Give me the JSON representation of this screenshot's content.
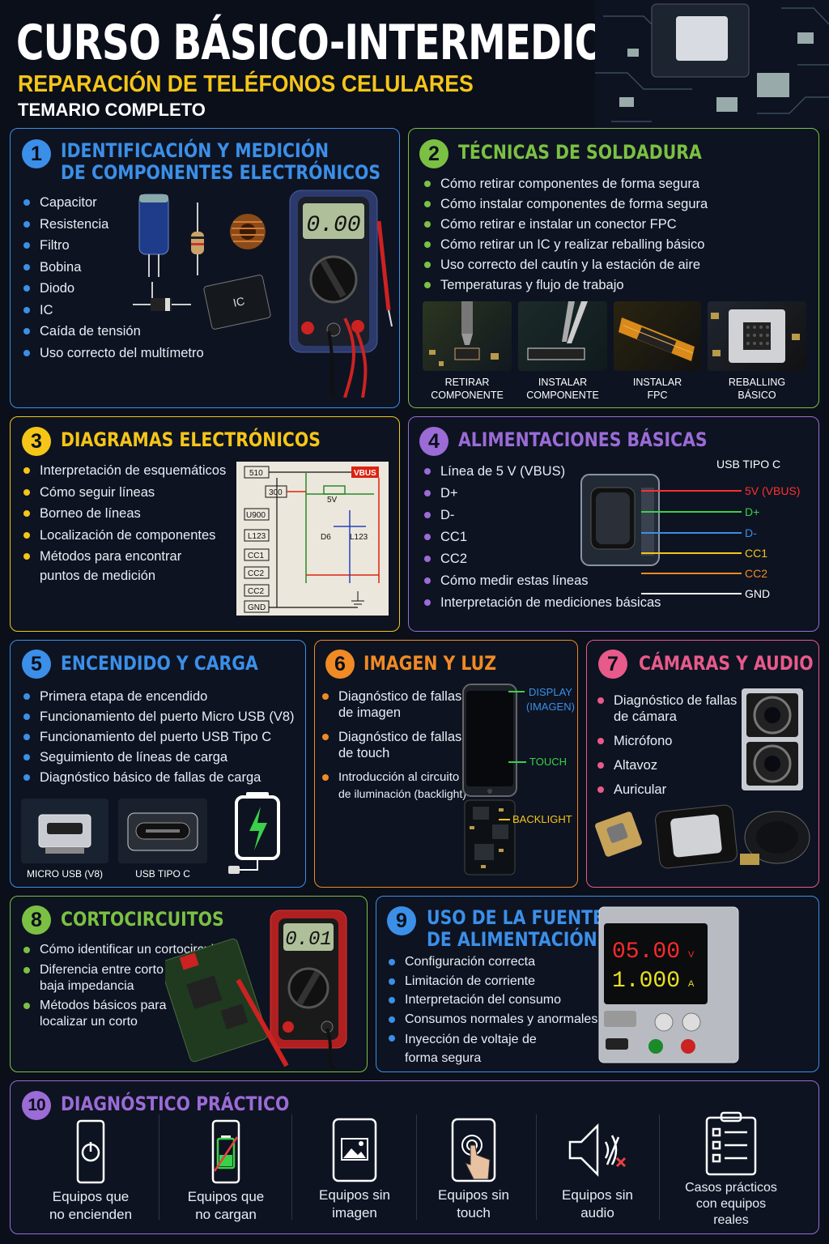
{
  "header": {
    "title": "CURSO BÁSICO-INTERMEDIO",
    "subtitle": "REPARACIÓN DE TELÉFONOS CELULARES",
    "temario": "TEMARIO COMPLETO"
  },
  "colors": {
    "blue": "#3b8fe8",
    "green": "#7bc043",
    "yellow": "#f5c518",
    "purple": "#9b6bd6",
    "orange": "#f08a24",
    "pink": "#e85a8a"
  },
  "s1": {
    "num": "1",
    "title1": "IDENTIFICACIÓN Y MEDICIÓN",
    "title2": "DE COMPONENTES ELECTRÓNICOS",
    "items": [
      "Capacitor",
      "Resistencia",
      "Filtro",
      "Bobina",
      "Diodo",
      "IC",
      "Caída de tensión",
      "Uso correcto del multímetro"
    ],
    "meter_display": "0.00",
    "ic_label": "IC"
  },
  "s2": {
    "num": "2",
    "title": "TÉCNICAS DE SOLDADURA",
    "items": [
      "Cómo retirar componentes de forma segura",
      "Cómo instalar componentes de forma segura",
      "Cómo retirar e instalar un conector FPC",
      "Cómo retirar un IC y realizar reballing básico",
      "Uso correcto del cautín y la estación de aire",
      "Temperaturas y flujo de trabajo"
    ],
    "photos": [
      {
        "l1": "RETIRAR",
        "l2": "COMPONENTE"
      },
      {
        "l1": "INSTALAR",
        "l2": "COMPONENTE"
      },
      {
        "l1": "INSTALAR",
        "l2": "FPC"
      },
      {
        "l1": "REBALLING",
        "l2": "BÁSICO"
      }
    ]
  },
  "s3": {
    "num": "3",
    "title": "DIAGRAMAS ELECTRÓNICOS",
    "items": [
      "Interpretación de esquemáticos",
      "Cómo seguir líneas",
      "Borneo de líneas",
      "Localización de componentes",
      "Métodos para encontrar"
    ],
    "item_cont": "puntos de medición",
    "schem": {
      "vbus": "VBUS",
      "v5": "5V",
      "l123": "L123",
      "gnd": "GND",
      "cc1": "CC1",
      "cc2": "CC2",
      "u900": "U900",
      "s10": "510",
      "s300": "300",
      "d6": "D6"
    }
  },
  "s4": {
    "num": "4",
    "title": "ALIMENTACIONES BÁSICAS",
    "items": [
      "Línea de 5 V (VBUS)",
      "D+",
      "D-",
      "CC1",
      "CC2",
      "Cómo medir estas líneas",
      "Interpretación de mediciones básicas"
    ],
    "usb_title": "USB TIPO C",
    "lines": [
      {
        "t": "5V (VBUS)",
        "c": "#ff3030"
      },
      {
        "t": "D+",
        "c": "#3ad04a"
      },
      {
        "t": "D-",
        "c": "#3b8fe8"
      },
      {
        "t": "CC1",
        "c": "#f5c518"
      },
      {
        "t": "CC2",
        "c": "#f08a24"
      },
      {
        "t": "GND",
        "c": "#ffffff"
      }
    ]
  },
  "s5": {
    "num": "5",
    "title": "ENCENDIDO Y CARGA",
    "items": [
      "Primera etapa de encendido",
      "Funcionamiento del puerto Micro USB (V8)",
      "Funcionamiento del puerto USB Tipo C",
      "Seguimiento de líneas de carga",
      "Diagnóstico básico de fallas de carga"
    ],
    "cap1": "MICRO USB (V8)",
    "cap2": "USB TIPO C"
  },
  "s6": {
    "num": "6",
    "title": "IMAGEN Y LUZ",
    "items": [
      {
        "a": "Diagnóstico de fallas",
        "b": "de imagen"
      },
      {
        "a": "Diagnóstico de fallas",
        "b": "de touch"
      },
      {
        "a": "Introducción al circuito",
        "b": "de iluminación (backlight)"
      }
    ],
    "lbl_display1": "DISPLAY",
    "lbl_display2": "(IMAGEN)",
    "lbl_touch": "TOUCH",
    "lbl_backlight": "BACKLIGHT"
  },
  "s7": {
    "num": "7",
    "title": "CÁMARAS Y AUDIO",
    "items": [
      {
        "a": "Diagnóstico de fallas",
        "b": "de cámara"
      },
      {
        "a": "Micrófono"
      },
      {
        "a": "Altavoz"
      },
      {
        "a": "Auricular"
      }
    ]
  },
  "s8": {
    "num": "8",
    "title": "CORTOCIRCUITOS",
    "items": [
      {
        "a": "Cómo identificar un cortocircuito"
      },
      {
        "a": "Diferencia entre corto y",
        "b": "baja impedancia"
      },
      {
        "a": "Métodos básicos para",
        "b": "localizar un corto"
      }
    ],
    "meter_display": "0.01"
  },
  "s9": {
    "num": "9",
    "title1": "USO DE LA FUENTE",
    "title2": "DE ALIMENTACIÓN",
    "items": [
      {
        "a": "Configuración correcta"
      },
      {
        "a": "Limitación de corriente"
      },
      {
        "a": "Interpretación del consumo"
      },
      {
        "a": "Consumos normales y anormales"
      },
      {
        "a": "Inyección de voltaje de",
        "b": "forma segura"
      }
    ],
    "volt": "05.00",
    "volt_unit": "V",
    "amp": "1.000",
    "amp_unit": "A"
  },
  "s10": {
    "num": "10",
    "title": "DIAGNÓSTICO PRÁCTICO",
    "items": [
      {
        "icon": "power-phone-icon",
        "a": "Equipos que",
        "b": "no encienden"
      },
      {
        "icon": "battery-phone-icon",
        "a": "Equipos que",
        "b": "no cargan"
      },
      {
        "icon": "image-phone-icon",
        "a": "Equipos sin",
        "b": "imagen"
      },
      {
        "icon": "touch-phone-icon",
        "a": "Equipos sin",
        "b": "touch"
      },
      {
        "icon": "speaker-mute-icon",
        "a": "Equipos sin",
        "b": "audio"
      },
      {
        "icon": "checklist-icon",
        "a": "Casos prácticos",
        "b": "con equipos",
        "c": "reales"
      }
    ]
  }
}
